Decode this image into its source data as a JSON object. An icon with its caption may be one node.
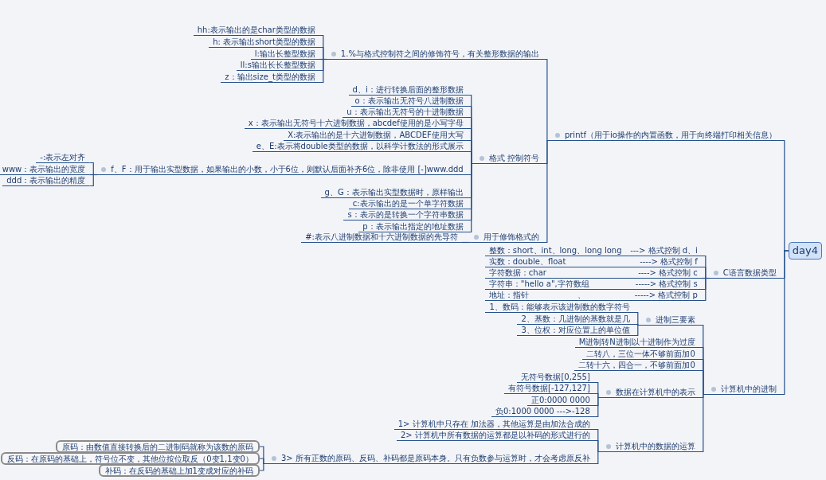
{
  "diagram": {
    "nodes": [
      {
        "text": [
          "day4"
        ]
      },
      {
        "text": [
          "printf（用于io操作的内置函数，用于向终端打印相关信息）"
        ]
      },
      {
        "text": [
          "1.%与格式控制符之间的修饰符号，有关整形数据的输出"
        ]
      },
      {
        "text": [
          "hh:表示输出的是char类型的数据"
        ]
      },
      {
        "text": [
          "h: 表示输出short类型的数据"
        ]
      },
      {
        "text": [
          "l:输出长整型数据"
        ]
      },
      {
        "text": [
          "ll:s输出长长整型数据"
        ]
      },
      {
        "text": [
          "z：输出size_t类型的数据"
        ]
      },
      {
        "text": [
          "格式 控制符号"
        ]
      },
      {
        "text": [
          "d、i：进行转换后面的整形数据"
        ]
      },
      {
        "text": [
          "o：表示输出无符号八进制数据"
        ]
      },
      {
        "text": [
          "u：表示输出无符号的十进制数据"
        ]
      },
      {
        "text": [
          "x：表示输出无符号十六进制数据，abcdef使用的是小写字母"
        ]
      },
      {
        "text": [
          "X:表示输出的是十六进制数据，ABCDEF使用大写"
        ]
      },
      {
        "text": [
          "e、E:表示将double类型的数据，以科学计数法的形式展示"
        ]
      },
      {
        "text": [
          "f、F：用于输出实型数据，如果输出的小数，小于6位，则默认后面补齐6位，除非使用 [-]www.ddd"
        ]
      },
      {
        "text": [
          "-:表示左对齐"
        ]
      },
      {
        "text": [
          "www：表示输出的宽度"
        ]
      },
      {
        "text": [
          "ddd：表示输出的精度"
        ]
      },
      {
        "text": [
          "g、G：表示输出实型数据时，原样输出"
        ]
      },
      {
        "text": [
          "c:表示输出的是一个单字符数据"
        ]
      },
      {
        "text": [
          "s：表示的是转换一个字符串数据"
        ]
      },
      {
        "text": [
          "p：表示输出指定的地址数据"
        ]
      },
      {
        "text": [
          "用于修饰格式的"
        ]
      },
      {
        "text": [
          "#:表示八进制数据和十六进制数据的先导符"
        ]
      },
      {
        "text": [
          "C语言数据类型"
        ]
      },
      {
        "text": [
          "整数：short、int、long、long long",
          "---> 格式控制  d、i"
        ]
      },
      {
        "text": [
          "实数：double、float",
          "----> 格式控制  f"
        ]
      },
      {
        "text": [
          "字符数据：char",
          "----> 格式控制  c"
        ]
      },
      {
        "text": [
          "字符串：\"hello a\",字符数组",
          "-----> 格式控制  s"
        ]
      },
      {
        "text": [
          "地址：指针",
          "、",
          "-----> 格式控制  p"
        ]
      },
      {
        "text": [
          "计算机中的进制"
        ]
      },
      {
        "text": [
          "进制三要素"
        ]
      },
      {
        "text": [
          "1、数码：能够表示该进制数的数字符号"
        ]
      },
      {
        "text": [
          "2、基数：几进制的基数就是几"
        ]
      },
      {
        "text": [
          "3、位权：对应位置上的单位值"
        ]
      },
      {
        "text": [
          "M进制转N进制以十进制作为过度"
        ]
      },
      {
        "text": [
          "二转八，三位一体不够前面加0"
        ]
      },
      {
        "text": [
          "二转十六，四合一，不够前面加0"
        ]
      },
      {
        "text": [
          "数据在计算机中的表示"
        ]
      },
      {
        "text": [
          "无符号数据[0,255]"
        ]
      },
      {
        "text": [
          "有符号数据[-127,127]"
        ]
      },
      {
        "text": [
          "正0:0000 0000"
        ]
      },
      {
        "text": [
          "负0:1000 0000 --->-128"
        ]
      },
      {
        "text": [
          "计算机中的数据的运算"
        ]
      },
      {
        "text": [
          "1>    计算机中只存在 加法器，其他运算是由加法合成的"
        ]
      },
      {
        "text": [
          "2>    计算机中所有数据的运算都是以补码的形式进行的"
        ]
      },
      {
        "text": [
          "3>    所有正数的原码、反码、补码都是原码本身。只有负数参与运算时，才会考虑原反补"
        ]
      },
      {
        "text": [
          "原码：由数值直接转换后的二进制码就称为该数的原码"
        ]
      },
      {
        "text": [
          "反码：在原码的基础上，符号位不变，其他位按位取反（0变1,1变0）"
        ]
      },
      {
        "text": [
          "补码：在反码的基础上加1变成对应的补码"
        ]
      }
    ],
    "edges": [
      {
        "from": 0,
        "to": 1,
        "arrow": "none"
      },
      {
        "from": 1,
        "to": 2,
        "arrow": "none"
      },
      {
        "from": 2,
        "to": 3,
        "arrow": "none"
      },
      {
        "from": 2,
        "to": 4,
        "arrow": "none"
      },
      {
        "from": 2,
        "to": 5,
        "arrow": "none"
      },
      {
        "from": 2,
        "to": 6,
        "arrow": "none"
      },
      {
        "from": 2,
        "to": 7,
        "arrow": "none"
      },
      {
        "from": 1,
        "to": 8,
        "arrow": "none"
      },
      {
        "from": 8,
        "to": 9,
        "arrow": "none"
      },
      {
        "from": 8,
        "to": 10,
        "arrow": "none"
      },
      {
        "from": 8,
        "to": 11,
        "arrow": "none"
      },
      {
        "from": 8,
        "to": 12,
        "arrow": "none"
      },
      {
        "from": 8,
        "to": 13,
        "arrow": "none"
      },
      {
        "from": 8,
        "to": 14,
        "arrow": "none"
      },
      {
        "from": 8,
        "to": 15,
        "arrow": "none"
      },
      {
        "from": 15,
        "to": 16,
        "arrow": "none"
      },
      {
        "from": 15,
        "to": 17,
        "arrow": "none"
      },
      {
        "from": 15,
        "to": 18,
        "arrow": "none"
      },
      {
        "from": 8,
        "to": 19,
        "arrow": "none"
      },
      {
        "from": 8,
        "to": 20,
        "arrow": "none"
      },
      {
        "from": 8,
        "to": 21,
        "arrow": "none"
      },
      {
        "from": 8,
        "to": 22,
        "arrow": "none"
      },
      {
        "from": 1,
        "to": 23,
        "arrow": "none"
      },
      {
        "from": 23,
        "to": 24,
        "arrow": "none"
      },
      {
        "from": 0,
        "to": 25,
        "arrow": "none"
      },
      {
        "from": 25,
        "to": 26,
        "arrow": "none"
      },
      {
        "from": 25,
        "to": 27,
        "arrow": "none"
      },
      {
        "from": 25,
        "to": 28,
        "arrow": "none"
      },
      {
        "from": 25,
        "to": 29,
        "arrow": "none"
      },
      {
        "from": 25,
        "to": 30,
        "arrow": "none"
      },
      {
        "from": 0,
        "to": 31,
        "arrow": "none"
      },
      {
        "from": 31,
        "to": 32,
        "arrow": "none"
      },
      {
        "from": 32,
        "to": 33,
        "arrow": "none"
      },
      {
        "from": 32,
        "to": 34,
        "arrow": "none"
      },
      {
        "from": 32,
        "to": 35,
        "arrow": "none"
      },
      {
        "from": 31,
        "to": 36,
        "arrow": "none"
      },
      {
        "from": 31,
        "to": 37,
        "arrow": "none"
      },
      {
        "from": 31,
        "to": 38,
        "arrow": "none"
      },
      {
        "from": 31,
        "to": 39,
        "arrow": "none"
      },
      {
        "from": 39,
        "to": 40,
        "arrow": "none"
      },
      {
        "from": 39,
        "to": 41,
        "arrow": "none"
      },
      {
        "from": 39,
        "to": 42,
        "arrow": "none"
      },
      {
        "from": 39,
        "to": 43,
        "arrow": "none"
      },
      {
        "from": 31,
        "to": 44,
        "arrow": "none"
      },
      {
        "from": 44,
        "to": 45,
        "arrow": "none"
      },
      {
        "from": 44,
        "to": 46,
        "arrow": "none"
      },
      {
        "from": 44,
        "to": 47,
        "arrow": "none"
      },
      {
        "from": 47,
        "to": 48,
        "arrow": "none"
      },
      {
        "from": 47,
        "to": 49,
        "arrow": "none"
      },
      {
        "from": 47,
        "to": 50,
        "arrow": "none"
      }
    ]
  }
}
